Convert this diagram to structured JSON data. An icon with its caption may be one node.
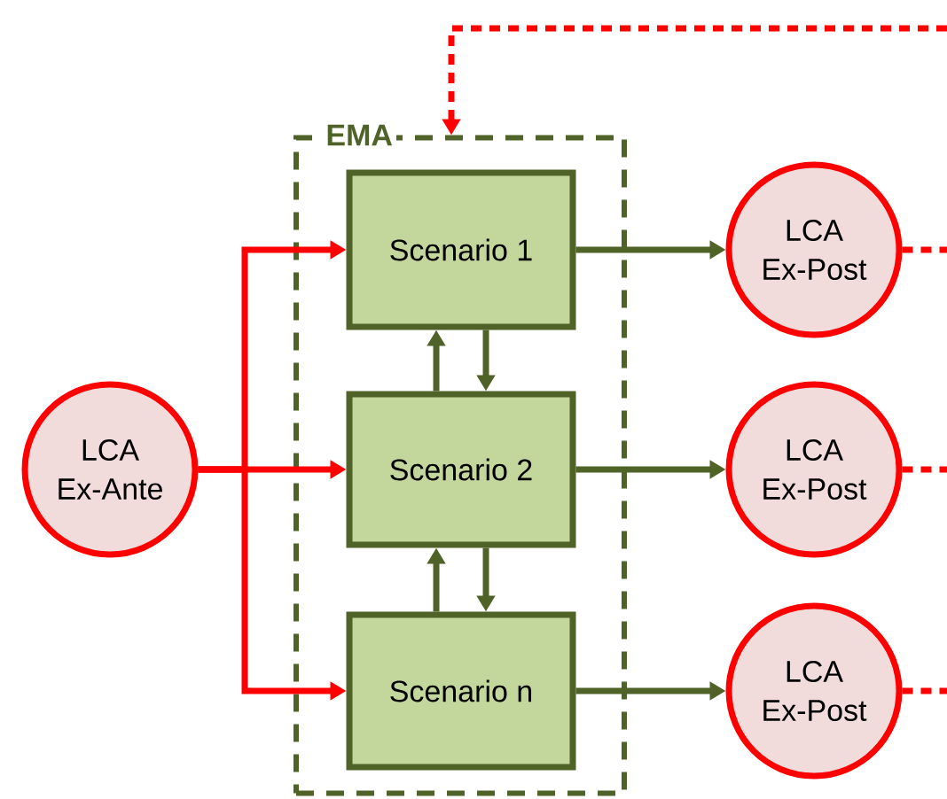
{
  "diagram": {
    "nodes": [
      {
        "text": [
          "EMA"
        ]
      },
      {
        "text": [
          "Scenario 1"
        ],
        "in": 0
      },
      {
        "text": [
          "Scenario 2"
        ],
        "in": 0
      },
      {
        "text": [
          "Scenario n"
        ],
        "in": 0
      },
      {
        "text": [
          "LCA Ex-Ante"
        ]
      },
      {
        "text": [
          "LCA Ex-Post"
        ]
      },
      {
        "text": [
          "LCA Ex-Post"
        ]
      },
      {
        "text": [
          "LCA Ex-Post"
        ]
      }
    ],
    "edges": [
      {
        "from": 4,
        "to": 1,
        "arrow": "to",
        "color": "#ff0000"
      },
      {
        "from": 4,
        "to": 2,
        "arrow": "to",
        "color": "#ff0000"
      },
      {
        "from": 4,
        "to": 3,
        "arrow": "to",
        "color": "#ff0000"
      },
      {
        "from": 1,
        "to": 5,
        "arrow": "to",
        "color": "#4f6228"
      },
      {
        "from": 2,
        "to": 6,
        "arrow": "to",
        "color": "#4f6228"
      },
      {
        "from": 3,
        "to": 7,
        "arrow": "to",
        "color": "#4f6228"
      },
      {
        "from": 2,
        "to": 1,
        "arrow": "to",
        "color": "#4f6228"
      },
      {
        "from": 1,
        "to": 2,
        "arrow": "to",
        "color": "#4f6228"
      },
      {
        "from": 3,
        "to": 2,
        "arrow": "to",
        "color": "#4f6228"
      },
      {
        "from": 2,
        "to": 3,
        "arrow": "to",
        "color": "#4f6228"
      },
      {
        "from": 5,
        "to": null,
        "arrow": "none",
        "style": "dashed",
        "color": "#ff0000"
      },
      {
        "from": 6,
        "to": null,
        "arrow": "none",
        "style": "dashed",
        "color": "#ff0000"
      },
      {
        "from": 7,
        "to": null,
        "arrow": "none",
        "style": "dashed",
        "color": "#ff0000"
      },
      {
        "from": null,
        "to": 0,
        "arrow": "to",
        "style": "dashed",
        "color": "#ff0000"
      }
    ]
  }
}
